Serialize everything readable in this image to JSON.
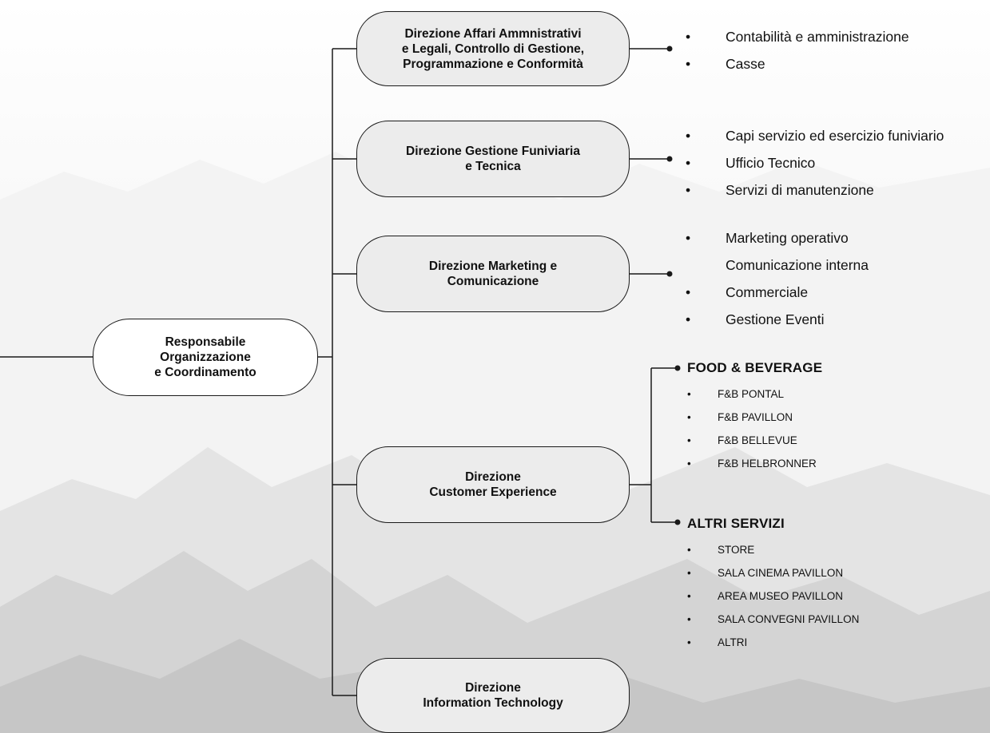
{
  "diagram": {
    "root": {
      "label": "Responsabile\nOrganizzazione\ne Coordinamento"
    },
    "departments": [
      {
        "label": "Direzione Affari Ammnistrativi\ne Legali, Controllo di Gestione,\nProgrammazione e Conformità",
        "items": [
          {
            "bullet": "•",
            "text": "Contabilità e amministrazione"
          },
          {
            "bullet": "•",
            "text": "Casse"
          }
        ]
      },
      {
        "label": "Direzione Gestione Funiviaria\ne Tecnica",
        "items": [
          {
            "bullet": "•",
            "text": "Capi servizio ed esercizio funiviario"
          },
          {
            "bullet": "•",
            "text": "Ufficio Tecnico"
          },
          {
            "bullet": "•",
            "text": "Servizi di manutenzione"
          }
        ]
      },
      {
        "label": "Direzione Marketing e\nComunicazione",
        "items": [
          {
            "bullet": "•",
            "text": "Marketing operativo"
          },
          {
            "bullet": "",
            "text": "Comunicazione interna"
          },
          {
            "bullet": "•",
            "text": "Commerciale"
          },
          {
            "bullet": "•",
            "text": "Gestione Eventi"
          }
        ]
      },
      {
        "label": "Direzione\nCustomer Experience",
        "groups": [
          {
            "title": "FOOD & BEVERAGE",
            "items": [
              {
                "bullet": "•",
                "text": "F&B PONTAL"
              },
              {
                "bullet": "•",
                "text": "F&B PAVILLON"
              },
              {
                "bullet": "•",
                "text": "F&B BELLEVUE"
              },
              {
                "bullet": "•",
                "text": "F&B  HELBRONNER"
              }
            ]
          },
          {
            "title": "ALTRI SERVIZI",
            "items": [
              {
                "bullet": "•",
                "text": "STORE"
              },
              {
                "bullet": "•",
                "text": "SALA CINEMA PAVILLON"
              },
              {
                "bullet": "•",
                "text": "AREA MUSEO PAVILLON"
              },
              {
                "bullet": "•",
                "text": "SALA  CONVEGNI PAVILLON"
              },
              {
                "bullet": "•",
                "text": "ALTRI"
              }
            ]
          }
        ]
      },
      {
        "label": "Direzione\nInformation Technology"
      }
    ]
  },
  "colors": {
    "line": "#1a1a1a",
    "node_fill": "#ececec",
    "root_fill": "#ffffff",
    "mountain_light": "#e6e6e6",
    "mountain_dark": "#c9c9c9"
  }
}
